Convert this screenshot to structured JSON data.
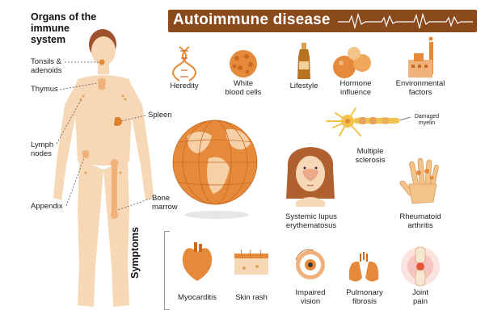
{
  "organs_title": "Organs of the immune system",
  "organs_title_lines": [
    "Organs of the",
    "immune",
    "system"
  ],
  "organs": {
    "tonsils": [
      "Tonsils &",
      "adenoids"
    ],
    "thymus": "Thymus",
    "lymph": [
      "Lymph",
      "nodes"
    ],
    "appendix": "Appendix",
    "spleen": "Spleen",
    "bone_marrow": [
      "Bone",
      "marrow"
    ]
  },
  "banner": {
    "title": "Autoimmune disease"
  },
  "causes": [
    {
      "label": [
        "Heredity"
      ],
      "icon": "dna-icon"
    },
    {
      "label": [
        "White",
        "blood cells"
      ],
      "icon": "white-blood-cells-icon"
    },
    {
      "label": [
        "Lifestyle"
      ],
      "icon": "bottle-icon"
    },
    {
      "label": [
        "Hormone",
        "influence"
      ],
      "icon": "hormone-spheres-icon"
    },
    {
      "label": [
        "Environmental",
        "factors"
      ],
      "icon": "factory-icon"
    }
  ],
  "diseases": {
    "ms": [
      "Multiple",
      "sclerosis"
    ],
    "damaged_myelin": [
      "Damaged",
      "myelin"
    ],
    "lupus": [
      "Systemic lupus",
      "erythematosus"
    ],
    "ra": [
      "Rheumatoid",
      "arthritis"
    ]
  },
  "symptoms_title": "Symptoms",
  "symptoms": [
    {
      "label": [
        "Myocarditis"
      ],
      "icon": "heart-icon"
    },
    {
      "label": [
        "Skin rash"
      ],
      "icon": "skin-layer-icon"
    },
    {
      "label": [
        "Impaired",
        "vision"
      ],
      "icon": "eye-icon"
    },
    {
      "label": [
        "Pulmonary",
        "fibrosis"
      ],
      "icon": "lungs-icon"
    },
    {
      "label": [
        "Joint",
        "pain"
      ],
      "icon": "knee-joint-icon"
    }
  ],
  "colors": {
    "banner": "#8a4a1c",
    "skin": "#f6d8b7",
    "orange": "#e58a3a",
    "hair": "#a0522d"
  }
}
